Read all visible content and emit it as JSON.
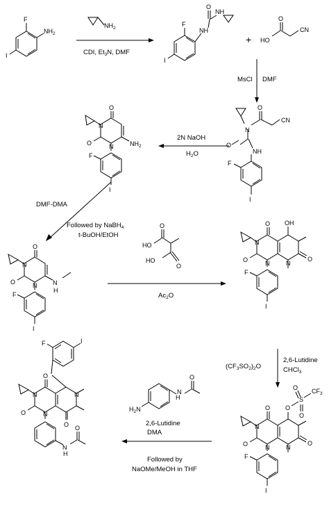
{
  "steps": {
    "s1": {
      "line1": "CDI, Et",
      "sub1": "3",
      "line1b": "N, DMF"
    },
    "plus": "+",
    "s2": {
      "a": "MsCl",
      "b": "DMF"
    },
    "s3": {
      "a": "2N NaOH",
      "b": "H",
      "b_sub": "2",
      "b2": "O"
    },
    "s4": {
      "a": "DMF-DMA",
      "b": "Followed by NaBH",
      "b_sub": "4",
      "c": "t-BuOH/EtOH"
    },
    "s5": {
      "a": "Ac",
      "a_sub": "2",
      "a2": "O"
    },
    "s6": {
      "left": "(CF",
      "left_s1": "3",
      "left2": "SO",
      "left_s2": "2",
      "left3": ")",
      "left_s3": "2",
      "left4": "O",
      "right1": "2,6-Lutidine",
      "right2": "CHCl",
      "right2_sub": "3"
    },
    "s7": {
      "a": "2,6-Lutidine",
      "b": "DMA",
      "c": "Followed by",
      "d": "NaOMe/MeOH in THF"
    }
  },
  "atoms": {
    "F": "F",
    "I": "I",
    "O": "O",
    "N": "N",
    "NH": "NH",
    "NH2": "NH",
    "two": "2",
    "H": "H",
    "OH": "OH",
    "HO": "HO",
    "CN": "CN",
    "S": "S",
    "CF3": "CF",
    "three": "3",
    "H2N": "H",
    "N_of_H2N": "N",
    "Ac_O": "O"
  }
}
